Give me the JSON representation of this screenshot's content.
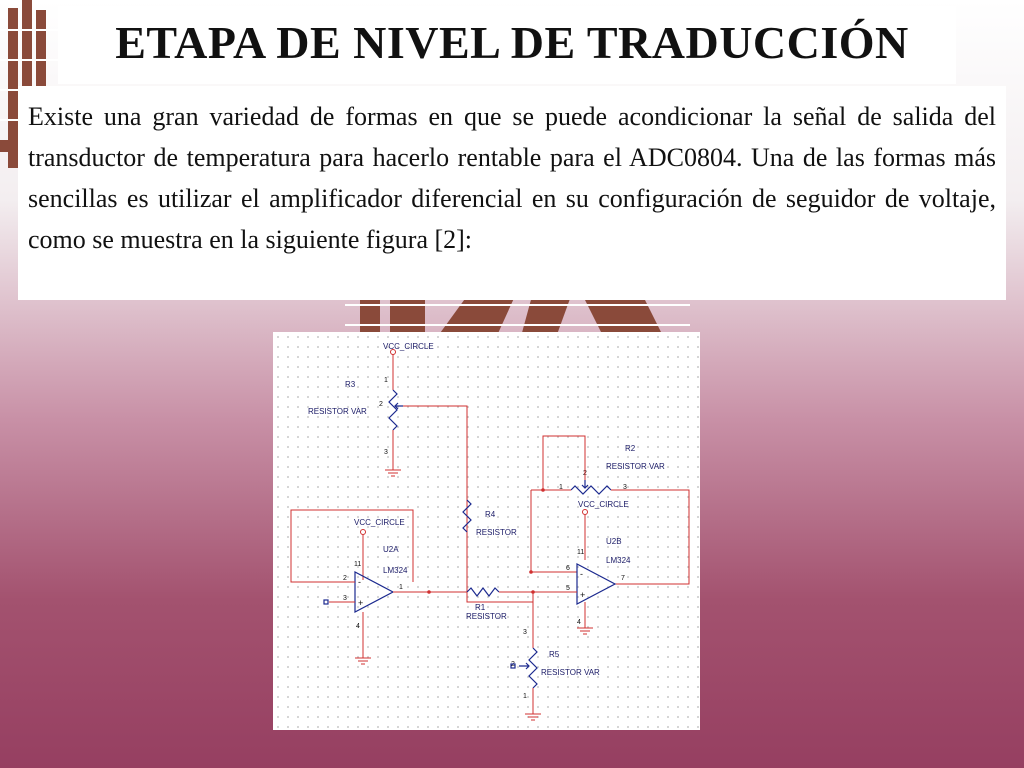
{
  "slide": {
    "title": "ETAPA DE NIVEL DE TRADUCCIÓN",
    "body": "Existe una gran variedad de formas en que se puede acondicionar la señal de salida del transductor de temperatura para hacerlo rentable para el ADC0804. Una de las formas más sencillas es utilizar el amplificador diferencial en su configuración de seguidor de voltaje, como se muestra en la siguiente figura [2]:"
  },
  "schematic": {
    "labels": {
      "vcc_top": "VCC_CIRCLE",
      "r3": "R3",
      "r3_type": "RESISTOR VAR",
      "r2": "R2",
      "r2_type": "RESISTOR VAR",
      "vcc_u2b": "VCC_CIRCLE",
      "r4": "R4",
      "r4_type": "RESISTOR",
      "vcc_u2a": "VCC_CIRCLE",
      "u2a": "U2A",
      "u2a_part": "LM324",
      "u2b": "U2B",
      "u2b_part": "LM324",
      "r1": "R1",
      "r1_type": "RESISTOR",
      "r5": "R5",
      "r5_type": "RESISTOR VAR"
    },
    "pins": {
      "r3_1": "1",
      "r3_2": "2",
      "r3_3": "3",
      "r2_1": "1",
      "r2_2": "2",
      "r2_3": "3",
      "u2a_11": "11",
      "u2a_2": "2",
      "u2a_3": "3",
      "u2a_1": "1",
      "u2a_4": "4",
      "u2b_11": "11",
      "u2b_6": "6",
      "u2b_5": "5",
      "u2b_7": "7",
      "u2b_4": "4",
      "r5_3": "3",
      "r5_2": "2",
      "r5_1": "1",
      "u2a_minus": "-",
      "u2a_plus": "+",
      "u2b_minus": "-",
      "u2b_plus": "+"
    }
  },
  "colors": {
    "wire": "#d03030",
    "component": "#1c2a8f",
    "background_bottom": "#963f61"
  }
}
